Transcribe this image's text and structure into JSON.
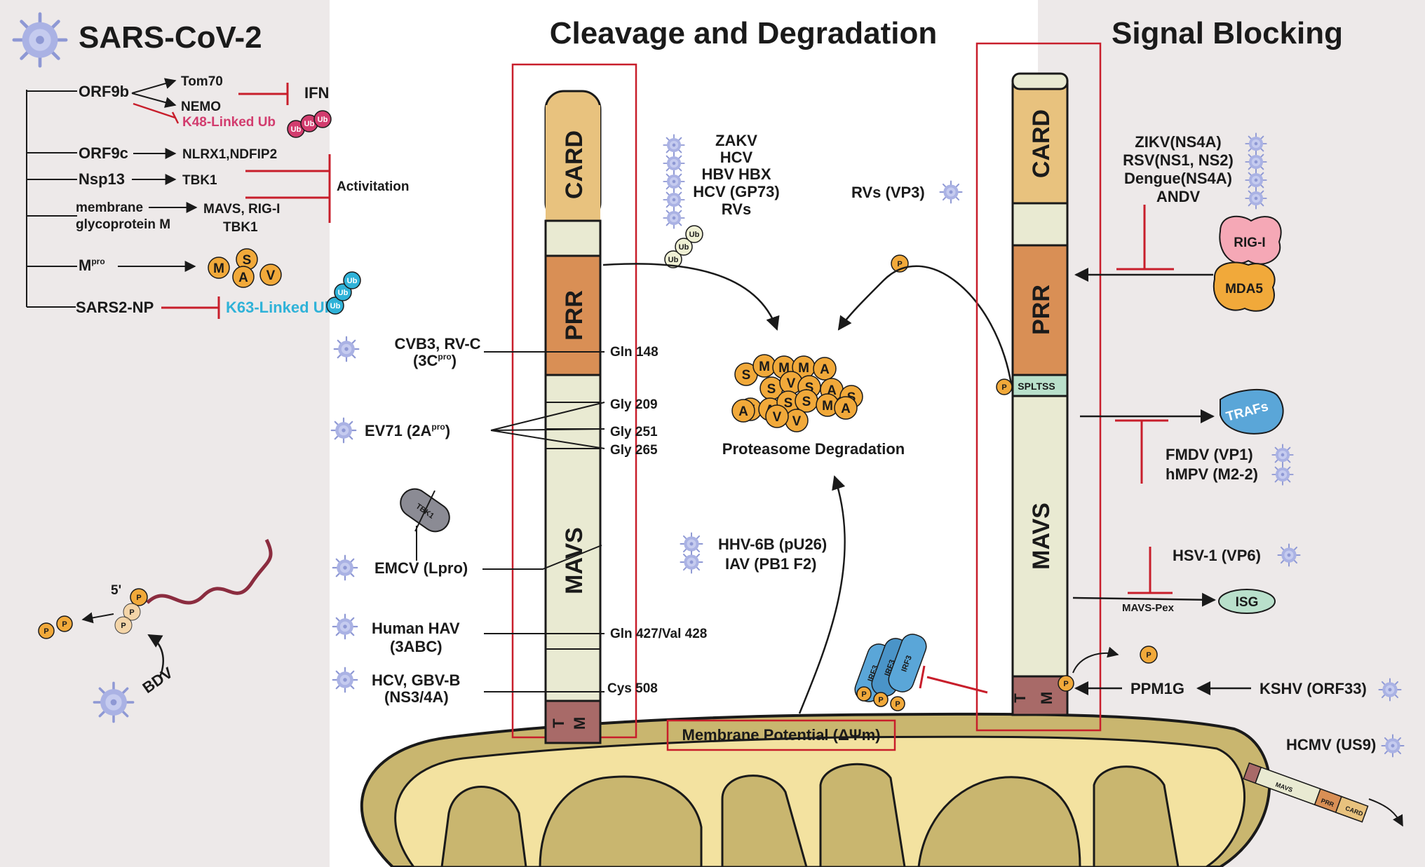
{
  "titles": {
    "left": "SARS-CoV-2",
    "center": "Cleavage and Degradation",
    "right": "Signal Blocking"
  },
  "left_panel": {
    "orf9b": "ORF9b",
    "tom70": "Tom70",
    "nemo": "NEMO",
    "ifn": "IFN",
    "k48": "K48-Linked Ub",
    "orf9c": "ORF9c",
    "nlrx1": "NLRX1,NDFIP2",
    "nsp13": "Nsp13",
    "tbk1": "TBK1",
    "activation": "Activitation",
    "membrane_line1": "membrane",
    "membrane_line2": "glycoprotein M",
    "mavs_rigi": "MAVS, RIG-I",
    "tbk1b": "TBK1",
    "mpro_base": "M",
    "mpro_sup": "pro",
    "sars2np": "SARS2-NP",
    "k63": "K63-Linked Ub",
    "ub": "Ub",
    "mpro_balls": [
      "M",
      "S",
      "A",
      "V"
    ],
    "bdv": "BDV",
    "five_prime": "5'",
    "p": "P"
  },
  "center_labels": {
    "cvb3_line1": "CVB3, RV-C",
    "cvb3_line2_base": "(3C",
    "cvb3_line2_sup": "pro",
    "cvb3_line2_end": ")",
    "ev71_base": "EV71 (2A",
    "ev71_sup": "pro",
    "ev71_end": ")",
    "emcv": "EMCV (Lpro)",
    "tbk1_pill": "TBK1",
    "hav_line1": "Human HAV",
    "hav_line2": "(3ABC)",
    "hcv_line1": "HCV, GBV-B",
    "hcv_line2": "(NS3/4A)",
    "sites": [
      "Gln 148",
      "Gly 209",
      "Gly 251",
      "Gly 265",
      "Gln 427/Val 428",
      "Cys 508"
    ],
    "degraders": [
      "ZAKV",
      "HCV",
      "HBV HBX",
      "HCV (GP73)",
      "RVs"
    ],
    "rvs_vp3": "RVs (VP3)",
    "proteasome": "Proteasome Degradation",
    "proteasome_balls": [
      "S",
      "M",
      "M",
      "M",
      "A",
      "S",
      "V",
      "S",
      "A",
      "S",
      "V",
      "A",
      "S",
      "S",
      "M",
      "A",
      "V",
      "V",
      "A"
    ],
    "hhv": "HHV-6B (pU26)",
    "iav": "IAV (PB1 F2)",
    "membrane_potential": "Membrane Potential (ΔΨm)",
    "irf3": "IRF3"
  },
  "domains": {
    "card": "CARD",
    "prr": "PRR",
    "mavs": "MAVS",
    "tm_t": "T",
    "tm_m": "M",
    "splts": "SPLTSS"
  },
  "right_panel": {
    "zikv_list": [
      "ZIKV(NS4A)",
      "RSV(NS1, NS2)",
      "Dengue(NS4A)",
      "ANDV"
    ],
    "rigi": "RIG-I",
    "mda5": "MDA5",
    "trafs": "TRAFs",
    "fmdv": "FMDV (VP1)",
    "hmpv": "hMPV (M2-2)",
    "hsv": "HSV-1 (VP6)",
    "mavs_pex": "MAVS-Pex",
    "isg": "ISG",
    "ppm1g": "PPM1G",
    "kshv": "KSHV (ORF33)",
    "hcmv": "HCMV (US9)",
    "mini_mavs": "MAVS",
    "mini_prr": "PRR",
    "mini_card": "CARD"
  },
  "colors": {
    "card": "#e8c27e",
    "prr": "#d98f55",
    "mavs": "#e9ead2",
    "tm": "#a86a68",
    "splts": "#b9e0cb",
    "inhibit_red": "#c81e2b",
    "ball_orange": "#f1a93a",
    "virus_blue": "#9ea8dc",
    "panel_gray": "#ede9e9",
    "mito_fill": "#c9b66f",
    "mito_light": "#f3e2a0",
    "k48_pink": "#d23c6e",
    "k63_cyan": "#2fb2d8",
    "irf3_blue": "#5aa6d8"
  }
}
